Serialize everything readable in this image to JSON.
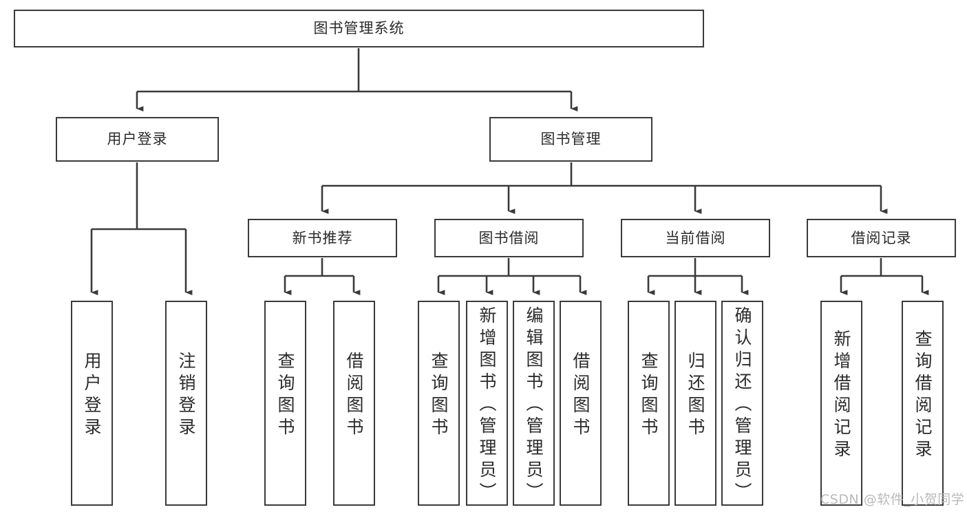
{
  "diagram": {
    "title": "图书管理系统",
    "type": "function-structure-tree",
    "colors": {
      "box_border": "#3a3a3a",
      "box_fill": "#ffffff",
      "connector": "#3a3a3a",
      "text": "#2b2b2b",
      "watermark": "#b9b9b9",
      "background": "#ffffff"
    },
    "nodes": {
      "root": {
        "label": "图书管理系统"
      },
      "level2": [
        {
          "id": "user-login",
          "label": "用户登录"
        },
        {
          "id": "book-manage",
          "label": "图书管理"
        }
      ],
      "level3": [
        {
          "id": "new-book-recommend",
          "label": "新书推荐"
        },
        {
          "id": "book-borrow",
          "label": "图书借阅"
        },
        {
          "id": "current-borrow",
          "label": "当前借阅"
        },
        {
          "id": "borrow-record",
          "label": "借阅记录"
        }
      ],
      "leaves": {
        "user-login": [
          {
            "id": "leaf-user-login",
            "label": "用户登录"
          },
          {
            "id": "leaf-logout-login",
            "label": "注销登录"
          }
        ],
        "new-book-recommend": [
          {
            "id": "leaf-query-book-1",
            "label": "查询图书"
          },
          {
            "id": "leaf-borrow-book-1",
            "label": "借阅图书"
          }
        ],
        "book-borrow": [
          {
            "id": "leaf-query-book-2",
            "label": "查询图书"
          },
          {
            "id": "leaf-add-book",
            "label": "新增图书（管理员）"
          },
          {
            "id": "leaf-edit-book",
            "label": "编辑图书（管理员）"
          },
          {
            "id": "leaf-borrow-book-2",
            "label": "借阅图书"
          }
        ],
        "current-borrow": [
          {
            "id": "leaf-query-book-3",
            "label": "查询图书"
          },
          {
            "id": "leaf-return-book",
            "label": "归还图书"
          },
          {
            "id": "leaf-confirm-return",
            "label": "确认归还（管理员）"
          }
        ],
        "borrow-record": [
          {
            "id": "leaf-add-borrow-record",
            "label": "新增借阅记录"
          },
          {
            "id": "leaf-query-borrow-record",
            "label": "查询借阅记录"
          }
        ]
      }
    },
    "watermark": "CSDN @软件_小贺同学"
  }
}
